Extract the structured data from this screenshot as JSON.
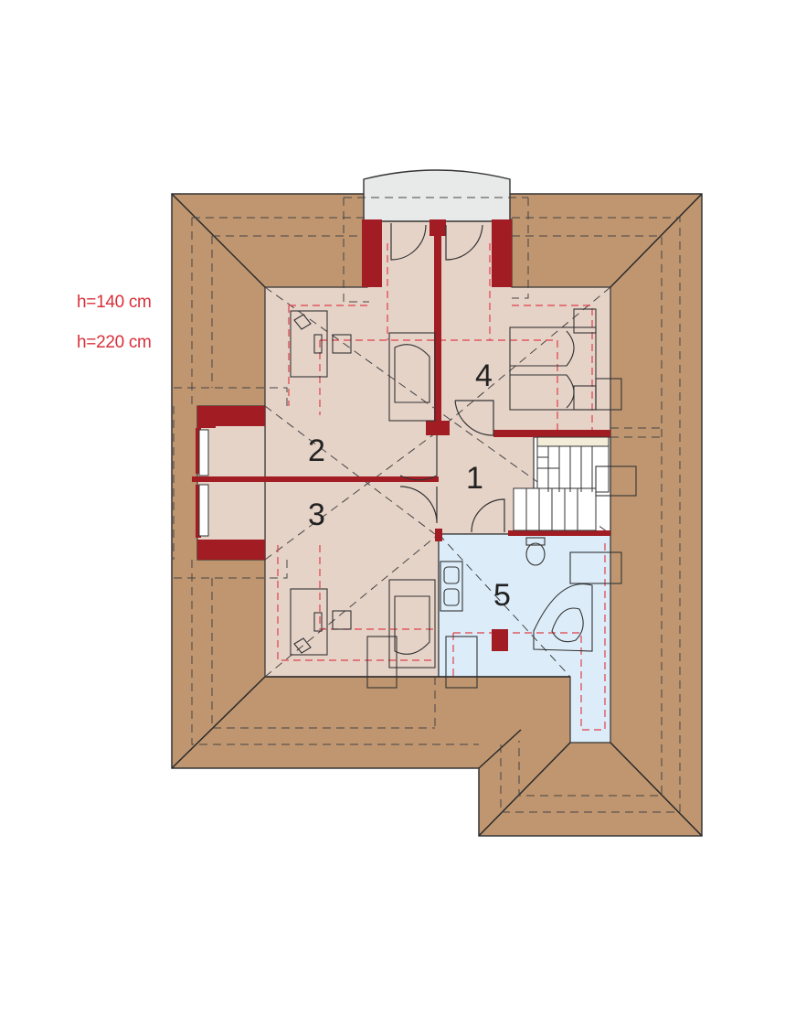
{
  "legend": {
    "line_1": "h=140 cm",
    "line_2": "h=220 cm",
    "line_color": "#d9303a"
  },
  "rooms": [
    {
      "id": "1",
      "label": "1"
    },
    {
      "id": "2",
      "label": "2"
    },
    {
      "id": "3",
      "label": "3"
    },
    {
      "id": "4",
      "label": "4"
    },
    {
      "id": "5",
      "label": "5"
    }
  ],
  "colors": {
    "roof": "#bf9670",
    "floor": "#e6d3c8",
    "bathroom": "#dcedf9",
    "wall": "#a11c23",
    "outline": "#333333",
    "dashed_red": "#e0404a",
    "dashed_dark": "#444444",
    "bay_window": "#e8eaea"
  }
}
